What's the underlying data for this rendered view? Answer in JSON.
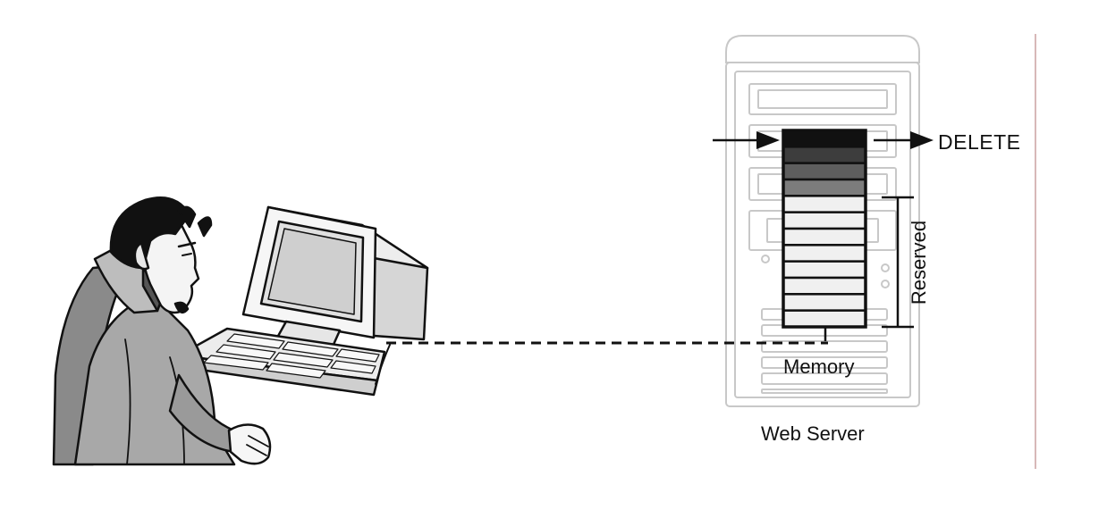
{
  "labels": {
    "delete": "DELETE",
    "reserved": "Reserved",
    "memory": "Memory",
    "web_server": "Web Server"
  },
  "memory_blocks": {
    "total": 12,
    "shades": [
      "#111111",
      "#3d3d3d",
      "#5e5e5e",
      "#7c7c7c",
      "#f0f0f0",
      "#f0f0f0",
      "#f0f0f0",
      "#f0f0f0",
      "#f0f0f0",
      "#f0f0f0",
      "#f0f0f0",
      "#f0f0f0"
    ]
  },
  "icons": {
    "attacker": "devil-hacker-icon",
    "workstation": "computer-icon",
    "server": "server-tower-icon"
  },
  "colors": {
    "ink": "#111111",
    "server_outline": "#c8c8c8",
    "divider": "#caa0a0"
  }
}
